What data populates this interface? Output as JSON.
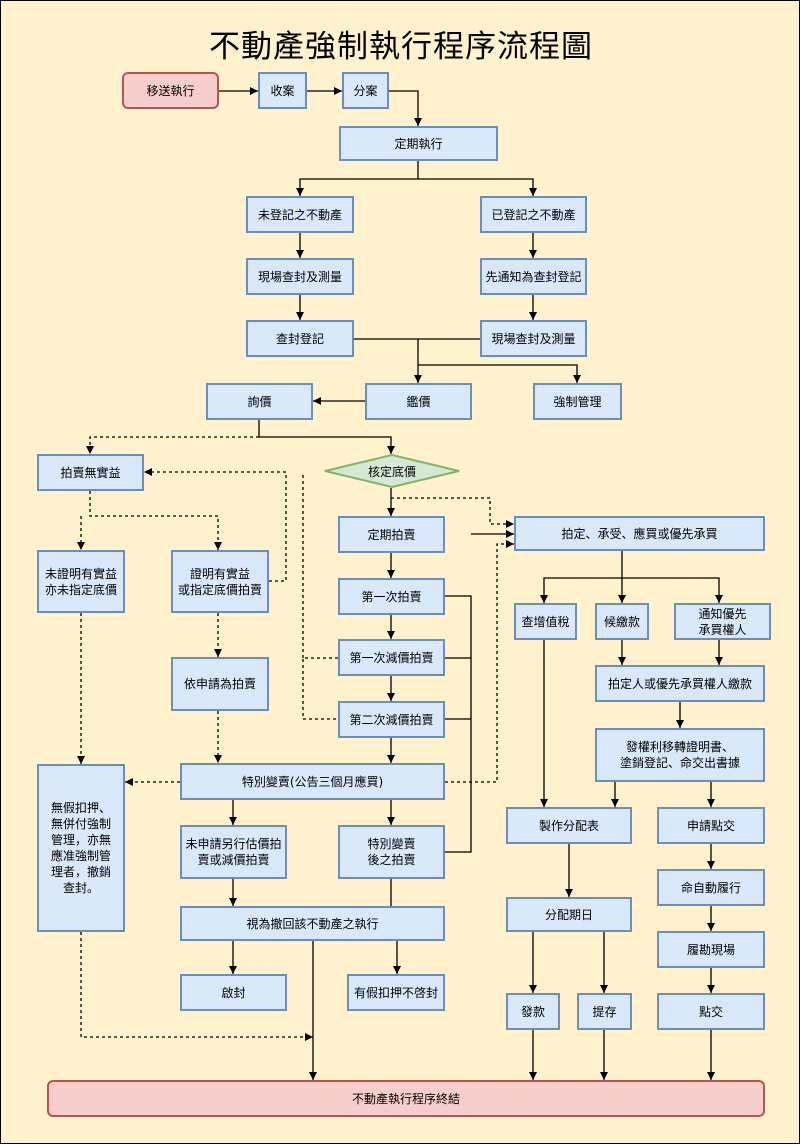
{
  "title": "不動產強制執行程序流程圖",
  "nodes": {
    "transfer": "移送執行",
    "receive": "收案",
    "assign": "分案",
    "scheduled_exec": "定期執行",
    "unregistered": "未登記之不動產",
    "registered": "已登記之不動產",
    "onsite_seal_measure_1": "現場查封及測量",
    "notify_seal_register": "先通知為查封登記",
    "seal_register": "查封登記",
    "onsite_seal_measure_2": "現場查封及測量",
    "inquire_price": "詢價",
    "appraisal": "鑑價",
    "forced_management": "強制管理",
    "no_benefit": "拍賣無實益",
    "set_reserve_price": "核定底價",
    "not_proven": "未證明有實益\n亦未指定底價",
    "proven": "證明有實益\n或指定底價拍賣",
    "scheduled_auction": "定期拍賣",
    "first_auction": "第一次拍賣",
    "first_reduced": "第一次減價拍賣",
    "second_reduced": "第二次減價拍賣",
    "auction_on_request": "依申請為拍賣",
    "special_sale": "特別變賣(公告三個月應買)",
    "release_note": "無假扣押、\n無併付強制\n管理，亦無\n應准強制管\n理者，撤銷\n查封。",
    "no_request": "未申請另行估價拍\n賣或減價拍賣",
    "after_special_auction": "特別變賣\n後之拍賣",
    "deemed_withdrawn": "視為撤回該不動產之執行",
    "lift_seal": "啟封",
    "keep_seal": "有假扣押不啓封",
    "sale_approval": "拍定、承受、應買或優先承買",
    "tax_check": "查增值稅",
    "await_payment": "候繳款",
    "notify_preemptor": "通知優先\n承買權人",
    "buyer_pays": "拍定人或優先承買權人繳款",
    "issue_certificate": "發權利移轉證明書、\n塗銷登記、命交出書據",
    "distribution_table": "製作分配表",
    "request_handover": "申請點交",
    "distribution_date": "分配期日",
    "order_vacate": "命自動履行",
    "site_enforcement": "履勘現場",
    "pay_out": "發款",
    "deposit": "提存",
    "handover": "點交",
    "end": "不動產執行程序終結"
  },
  "colors": {
    "background": "#fff2cc",
    "box_fill": "#dae8fc",
    "box_border": "#6c8ebf",
    "terminal_fill": "#f8cecc",
    "terminal_border": "#b85450",
    "decision_fill": "#d5e8d4",
    "decision_border": "#82b366"
  }
}
